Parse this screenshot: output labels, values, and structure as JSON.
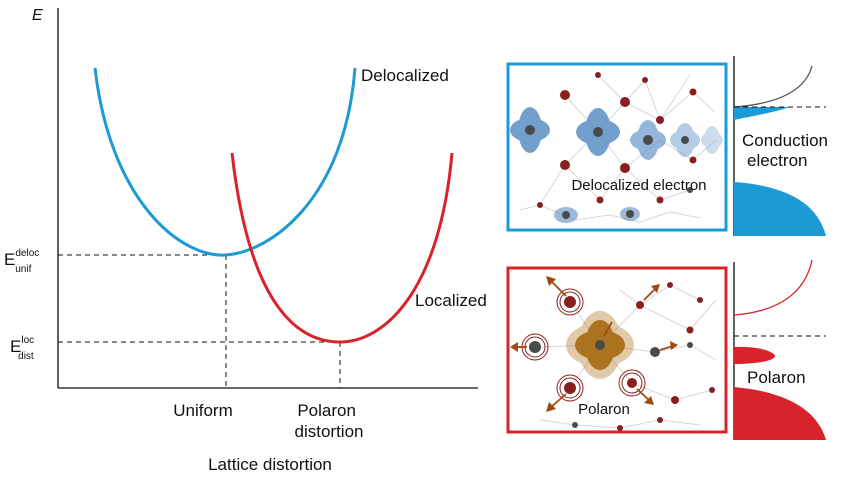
{
  "axis": {
    "y_label": "E",
    "x_label": "Lattice distortion"
  },
  "levels": {
    "e_unif": {
      "base": "E",
      "sup": "deloc",
      "sub": "unif"
    },
    "e_dist": {
      "base": "E",
      "sup": "loc",
      "sub": "dist"
    }
  },
  "ticks": {
    "uniform": "Uniform",
    "polaron_line1": "Polaron",
    "polaron_line2": "distortion"
  },
  "curves": {
    "delocalized": {
      "label": "Delocalized",
      "color": "#1b9ad6"
    },
    "localized": {
      "label": "Localized",
      "color": "#d9232a"
    }
  },
  "panels": {
    "top": {
      "image_label": "Delocalized electron",
      "dos_label_line1": "Conduction",
      "dos_label_line2": "electron",
      "color": "#1b9ad6"
    },
    "bottom": {
      "image_label": "Polaron",
      "dos_label": "Polaron",
      "color": "#d9232a"
    }
  },
  "colors": {
    "orbital_blue": "#5b8fc4",
    "orbital_brown": "#a86b12",
    "atom_dark": "#4a4a4a",
    "atom_red": "#8a1f1f",
    "arrow_brown": "#a04a14"
  }
}
